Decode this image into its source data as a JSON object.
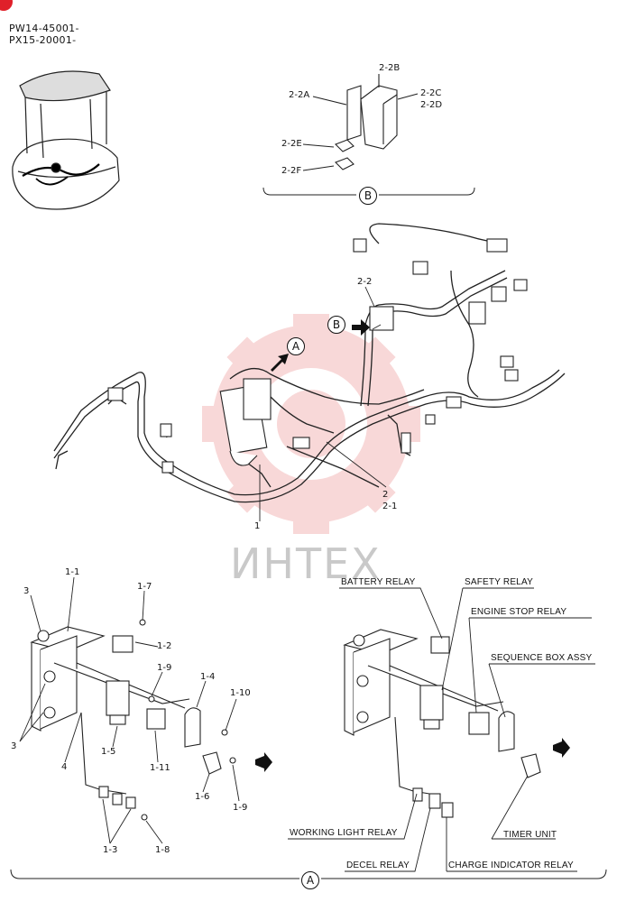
{
  "serials": [
    "PW14-45001-",
    "PX15-20001-"
  ],
  "watermark": "ИНТЕХ",
  "views": {
    "a": "A",
    "b": "B"
  },
  "view_b_parts": {
    "p2_2a": "2-2A",
    "p2_2b": "2-2B",
    "p2_2c": "2-2C",
    "p2_2d": "2-2D",
    "p2_2e": "2-2E",
    "p2_2f": "2-2F"
  },
  "main_parts": {
    "p2_2": "2-2",
    "p2": "2",
    "p2_1": "2-1",
    "p1": "1"
  },
  "bracket_parts": {
    "p1_1": "1-1",
    "p1_7": "1-7",
    "p3_top": "3",
    "p1_2": "1-2",
    "p1_9_top": "1-9",
    "p1_4": "1-4",
    "p1_10": "1-10",
    "p3_left": "3",
    "p1_5": "1-5",
    "p1_11": "1-11",
    "p4": "4",
    "p1_6": "1-6",
    "p1_9_bot": "1-9",
    "p1_3": "1-3",
    "p1_8": "1-8"
  },
  "relays": {
    "battery": "BATTERY RELAY",
    "safety": "SAFETY RELAY",
    "engine_stop": "ENGINE STOP RELAY",
    "sequence": "SEQUENCE BOX ASSY",
    "working_light": "WORKING LIGHT RELAY",
    "timer": "TIMER UNIT",
    "decel": "DECEL RELAY",
    "charge": "CHARGE INDICATOR RELAY"
  },
  "colors": {
    "accent": "#e0202a",
    "watermark": "#f4b9b9"
  }
}
